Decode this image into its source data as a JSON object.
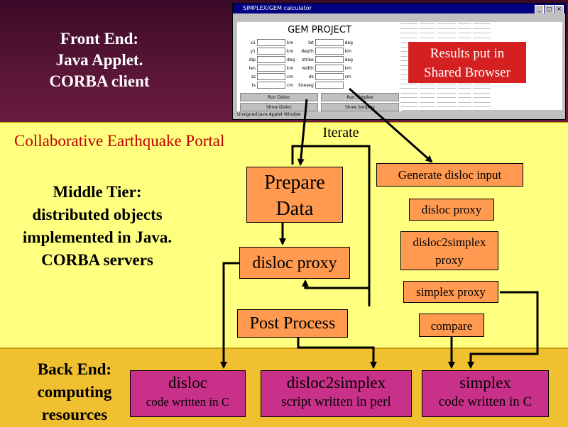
{
  "front_end": {
    "line1": "Front End:",
    "line2": "Java Applet.",
    "line3": "CORBA client"
  },
  "results_box": {
    "line1": "Results put in",
    "line2": "Shared Browser"
  },
  "portal_title": "Collaborative Earthquake Portal",
  "middle_tier": {
    "line1": "Middle Tier:",
    "line2": "distributed objects",
    "line3": "implemented in Java.",
    "line4": "CORBA servers"
  },
  "iterate_label": "Iterate",
  "prepare_data": {
    "line1": "Prepare",
    "line2": "Data"
  },
  "disloc_proxy_left": "disloc proxy",
  "post_process": "Post Process",
  "right_boxes": {
    "generate": "Generate disloc input",
    "disloc_proxy": "disloc proxy",
    "disloc2simplex_proxy_1": "disloc2simplex",
    "disloc2simplex_proxy_2": "proxy",
    "simplex_proxy": "simplex proxy",
    "compare": "compare"
  },
  "back_end": {
    "line1": "Back End:",
    "line2": "computing",
    "line3": "resources"
  },
  "resources": [
    {
      "title": "disloc",
      "subtitle": "code written in C"
    },
    {
      "title": "disloc2simplex",
      "subtitle": "script written in perl"
    },
    {
      "title": "simplex",
      "subtitle": "code written in C"
    }
  ],
  "screenshot": {
    "window_title": "SIMPLEX/GEM calculator",
    "gem_title": "GEM PROJECT",
    "status_text": "Unsigned Java Applet Window",
    "buttons": [
      "Run Disloc",
      "Run Simplex",
      "Show Disloc",
      "Show Simplex"
    ]
  },
  "colors": {
    "top_band": "#4a0f2e",
    "middle_band": "#ffff80",
    "bottom_band": "#f0c030",
    "orange_box": "#ff9a50",
    "purple_box": "#c8308a",
    "title_red": "#c00000"
  }
}
